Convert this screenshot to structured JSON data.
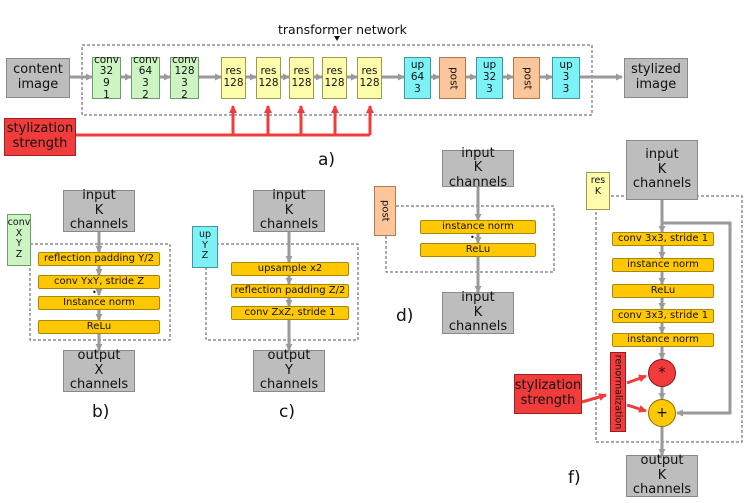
{
  "transformer_label": "transformer network",
  "content_image": "content\nimage",
  "stylized_image": "stylized\nimage",
  "stylization_strength": "stylization\nstrength",
  "pipeline": [
    {
      "kind": "conv",
      "text": "conv\n32\n9\n1"
    },
    {
      "kind": "conv",
      "text": "conv\n64\n3\n2"
    },
    {
      "kind": "conv",
      "text": "conv\n128\n3\n2"
    },
    {
      "kind": "res",
      "text": "res\n128"
    },
    {
      "kind": "res",
      "text": "res\n128"
    },
    {
      "kind": "res",
      "text": "res\n128"
    },
    {
      "kind": "res",
      "text": "res\n128"
    },
    {
      "kind": "res",
      "text": "res\n128"
    },
    {
      "kind": "up",
      "text": "up\n64\n3"
    },
    {
      "kind": "post",
      "text": "post"
    },
    {
      "kind": "up",
      "text": "up\n32\n3"
    },
    {
      "kind": "post",
      "text": "post"
    },
    {
      "kind": "up",
      "text": "up\n3\n3"
    }
  ],
  "captions": {
    "a": "a)",
    "b": "b)",
    "c": "c)",
    "d": "d)",
    "f": "f)"
  },
  "panel_b": {
    "tag": "conv\nX\nY\nZ",
    "input": "input\nK channels",
    "steps": [
      "reflection padding Y/2",
      "conv YxY, stride Z",
      "Instance norm",
      "ReLu"
    ],
    "output": "output\nX channels"
  },
  "panel_c": {
    "tag": "up\nY\nZ",
    "input": "input\nK channels",
    "steps": [
      "upsample x2",
      "reflection padding Z/2",
      "conv ZxZ, stride 1"
    ],
    "output": "output\nY channels"
  },
  "panel_d": {
    "tag": "post",
    "input": "input\nK channels",
    "steps": [
      "instance norm",
      "ReLu"
    ],
    "output": "input\nK channels"
  },
  "panel_f": {
    "tag": "res\nK",
    "input": "input\nK channels",
    "steps": [
      "conv 3x3, stride 1",
      "instance norm",
      "ReLu",
      "conv 3x3, stride 1",
      "instance norm"
    ],
    "renormalization": "renormalization",
    "multiply": "*",
    "add": "+",
    "strength": "stylization\nstrength",
    "output": "output\nK channels"
  },
  "colors": {
    "conv": "#cdf5c3",
    "res": "#fdfcab",
    "up": "#7cf1f6",
    "post": "#fdc69a",
    "io": "#bdbdbd",
    "strength": "#f23b3b",
    "step": "#ffc800",
    "arrow": "#9a9a9a"
  }
}
